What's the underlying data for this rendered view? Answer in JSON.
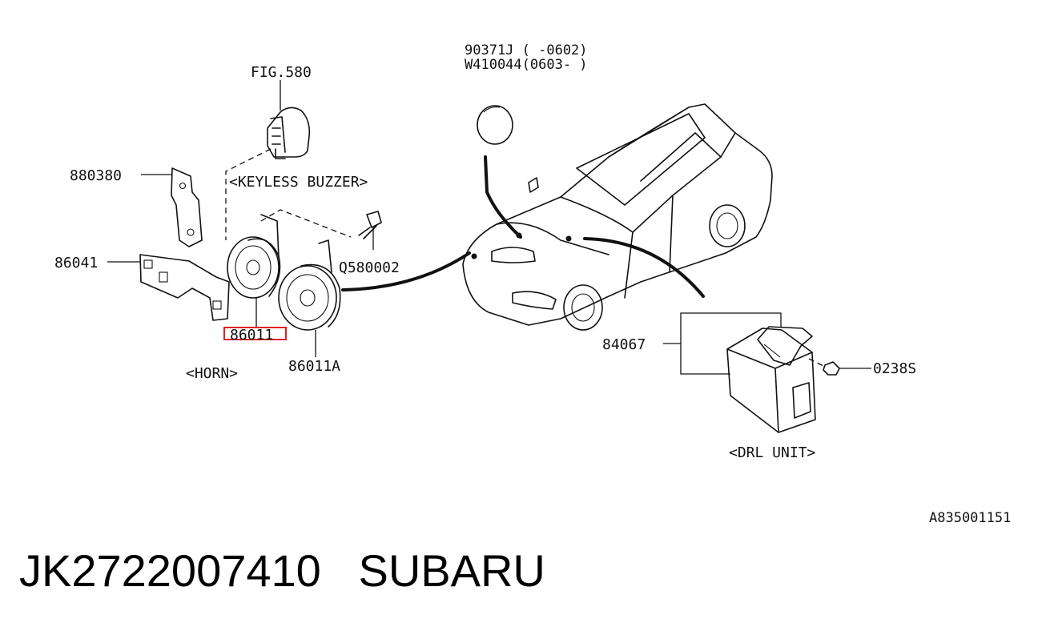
{
  "labels": {
    "fig580": "FIG.580",
    "keyless_buzzer": "<KEYLESS BUZZER>",
    "p880380": "880380",
    "p86041": "86041",
    "pQ580002": "Q580002",
    "p86011": "86011",
    "p86011A": "86011A",
    "horn": "<HORN>",
    "p90371J": "90371J ( -0602)",
    "pW410044": "W410044(0603- )",
    "p84067": "84067",
    "p0238S": "0238S",
    "drl_unit": "<DRL UNIT>",
    "diagram_id": "A835001151"
  },
  "highlight": {
    "target": "86011",
    "color": "#e02020"
  },
  "footer": {
    "part_number": "JK2722007410",
    "brand": "SUBARU"
  }
}
